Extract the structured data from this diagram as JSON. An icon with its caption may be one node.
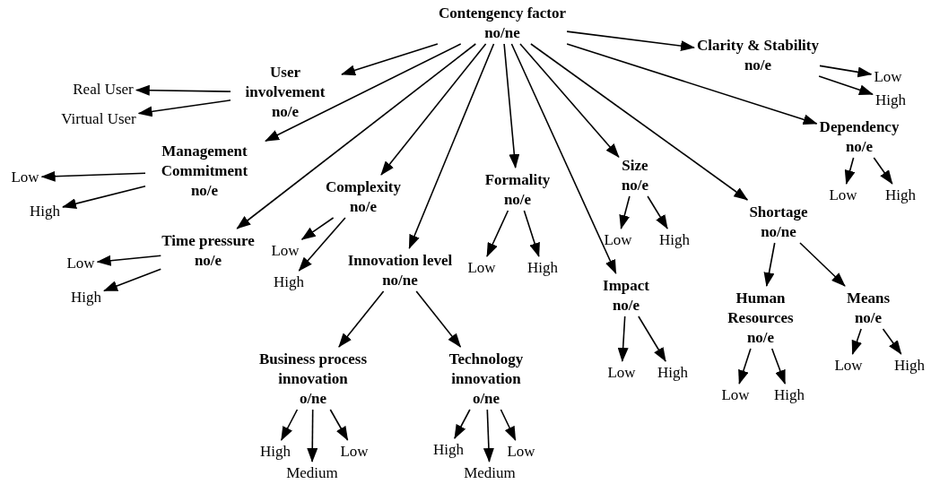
{
  "diagram": {
    "nodes": [
      {
        "text": [
          "Contengency factor",
          "no/ne"
        ]
      },
      {
        "text": [
          "User involvement",
          "no/e"
        ]
      },
      {
        "text": [
          "Real User"
        ]
      },
      {
        "text": [
          "Virtual User"
        ]
      },
      {
        "text": [
          "Clarity & Stability",
          "no/e"
        ]
      },
      {
        "text": [
          "Low"
        ]
      },
      {
        "text": [
          "High"
        ]
      },
      {
        "text": [
          "Management Commitment",
          "no/e"
        ]
      },
      {
        "text": [
          "Low"
        ]
      },
      {
        "text": [
          "High"
        ]
      },
      {
        "text": [
          "Complexity",
          "no/e"
        ]
      },
      {
        "text": [
          "Low"
        ]
      },
      {
        "text": [
          "High"
        ]
      },
      {
        "text": [
          "Time pressure",
          "no/e"
        ]
      },
      {
        "text": [
          "Low"
        ]
      },
      {
        "text": [
          "High"
        ]
      },
      {
        "text": [
          "Formality",
          "no/e"
        ]
      },
      {
        "text": [
          "Low"
        ]
      },
      {
        "text": [
          "High"
        ]
      },
      {
        "text": [
          "Size",
          "no/e"
        ]
      },
      {
        "text": [
          "Low"
        ]
      },
      {
        "text": [
          "High"
        ]
      },
      {
        "text": [
          "Dependency",
          "no/e"
        ]
      },
      {
        "text": [
          "Low"
        ]
      },
      {
        "text": [
          "High"
        ]
      },
      {
        "text": [
          "Shortage",
          "no/ne"
        ]
      },
      {
        "text": [
          "Innovation level",
          "no/ne"
        ]
      },
      {
        "text": [
          "Business process innovation",
          "o/ne"
        ]
      },
      {
        "text": [
          "High"
        ]
      },
      {
        "text": [
          "Medium"
        ]
      },
      {
        "text": [
          "Low"
        ]
      },
      {
        "text": [
          "Technology innovation",
          "o/ne"
        ]
      },
      {
        "text": [
          "High"
        ]
      },
      {
        "text": [
          "Low"
        ]
      },
      {
        "text": [
          "Medium"
        ]
      },
      {
        "text": [
          "Impact",
          "no/e"
        ]
      },
      {
        "text": [
          "Low"
        ]
      },
      {
        "text": [
          "High"
        ]
      },
      {
        "text": [
          "Human Resources",
          "no/e"
        ]
      },
      {
        "text": [
          "Low"
        ]
      },
      {
        "text": [
          "High"
        ]
      },
      {
        "text": [
          "Means",
          "no/e"
        ]
      },
      {
        "text": [
          "Low"
        ]
      },
      {
        "text": [
          "High"
        ]
      }
    ],
    "edges": [
      {
        "from": 0,
        "to": 1,
        "arrow": "to"
      },
      {
        "from": 0,
        "to": 4,
        "arrow": "to"
      },
      {
        "from": 0,
        "to": 7,
        "arrow": "to"
      },
      {
        "from": 0,
        "to": 13,
        "arrow": "to"
      },
      {
        "from": 0,
        "to": 10,
        "arrow": "to"
      },
      {
        "from": 0,
        "to": 26,
        "arrow": "to"
      },
      {
        "from": 0,
        "to": 16,
        "arrow": "to"
      },
      {
        "from": 0,
        "to": 35,
        "arrow": "to"
      },
      {
        "from": 0,
        "to": 19,
        "arrow": "to"
      },
      {
        "from": 0,
        "to": 25,
        "arrow": "to"
      },
      {
        "from": 0,
        "to": 22,
        "arrow": "to"
      },
      {
        "from": 1,
        "to": 2,
        "arrow": "to"
      },
      {
        "from": 1,
        "to": 3,
        "arrow": "to"
      },
      {
        "from": 4,
        "to": 5,
        "arrow": "to"
      },
      {
        "from": 4,
        "to": 6,
        "arrow": "to"
      },
      {
        "from": 7,
        "to": 8,
        "arrow": "to"
      },
      {
        "from": 7,
        "to": 9,
        "arrow": "to"
      },
      {
        "from": 10,
        "to": 11,
        "arrow": "to"
      },
      {
        "from": 10,
        "to": 12,
        "arrow": "to"
      },
      {
        "from": 13,
        "to": 14,
        "arrow": "to"
      },
      {
        "from": 13,
        "to": 15,
        "arrow": "to"
      },
      {
        "from": 16,
        "to": 17,
        "arrow": "to"
      },
      {
        "from": 16,
        "to": 18,
        "arrow": "to"
      },
      {
        "from": 19,
        "to": 20,
        "arrow": "to"
      },
      {
        "from": 19,
        "to": 21,
        "arrow": "to"
      },
      {
        "from": 22,
        "to": 23,
        "arrow": "to"
      },
      {
        "from": 22,
        "to": 24,
        "arrow": "to"
      },
      {
        "from": 25,
        "to": 38,
        "arrow": "to"
      },
      {
        "from": 25,
        "to": 41,
        "arrow": "to"
      },
      {
        "from": 26,
        "to": 27,
        "arrow": "to"
      },
      {
        "from": 26,
        "to": 31,
        "arrow": "to"
      },
      {
        "from": 27,
        "to": 28,
        "arrow": "to"
      },
      {
        "from": 27,
        "to": 29,
        "arrow": "to"
      },
      {
        "from": 27,
        "to": 30,
        "arrow": "to"
      },
      {
        "from": 31,
        "to": 32,
        "arrow": "to"
      },
      {
        "from": 31,
        "to": 33,
        "arrow": "to"
      },
      {
        "from": 31,
        "to": 34,
        "arrow": "to"
      },
      {
        "from": 35,
        "to": 36,
        "arrow": "to"
      },
      {
        "from": 35,
        "to": 37,
        "arrow": "to"
      },
      {
        "from": 38,
        "to": 39,
        "arrow": "to"
      },
      {
        "from": 38,
        "to": 40,
        "arrow": "to"
      },
      {
        "from": 41,
        "to": 42,
        "arrow": "to"
      },
      {
        "from": 41,
        "to": 43,
        "arrow": "to"
      }
    ]
  }
}
